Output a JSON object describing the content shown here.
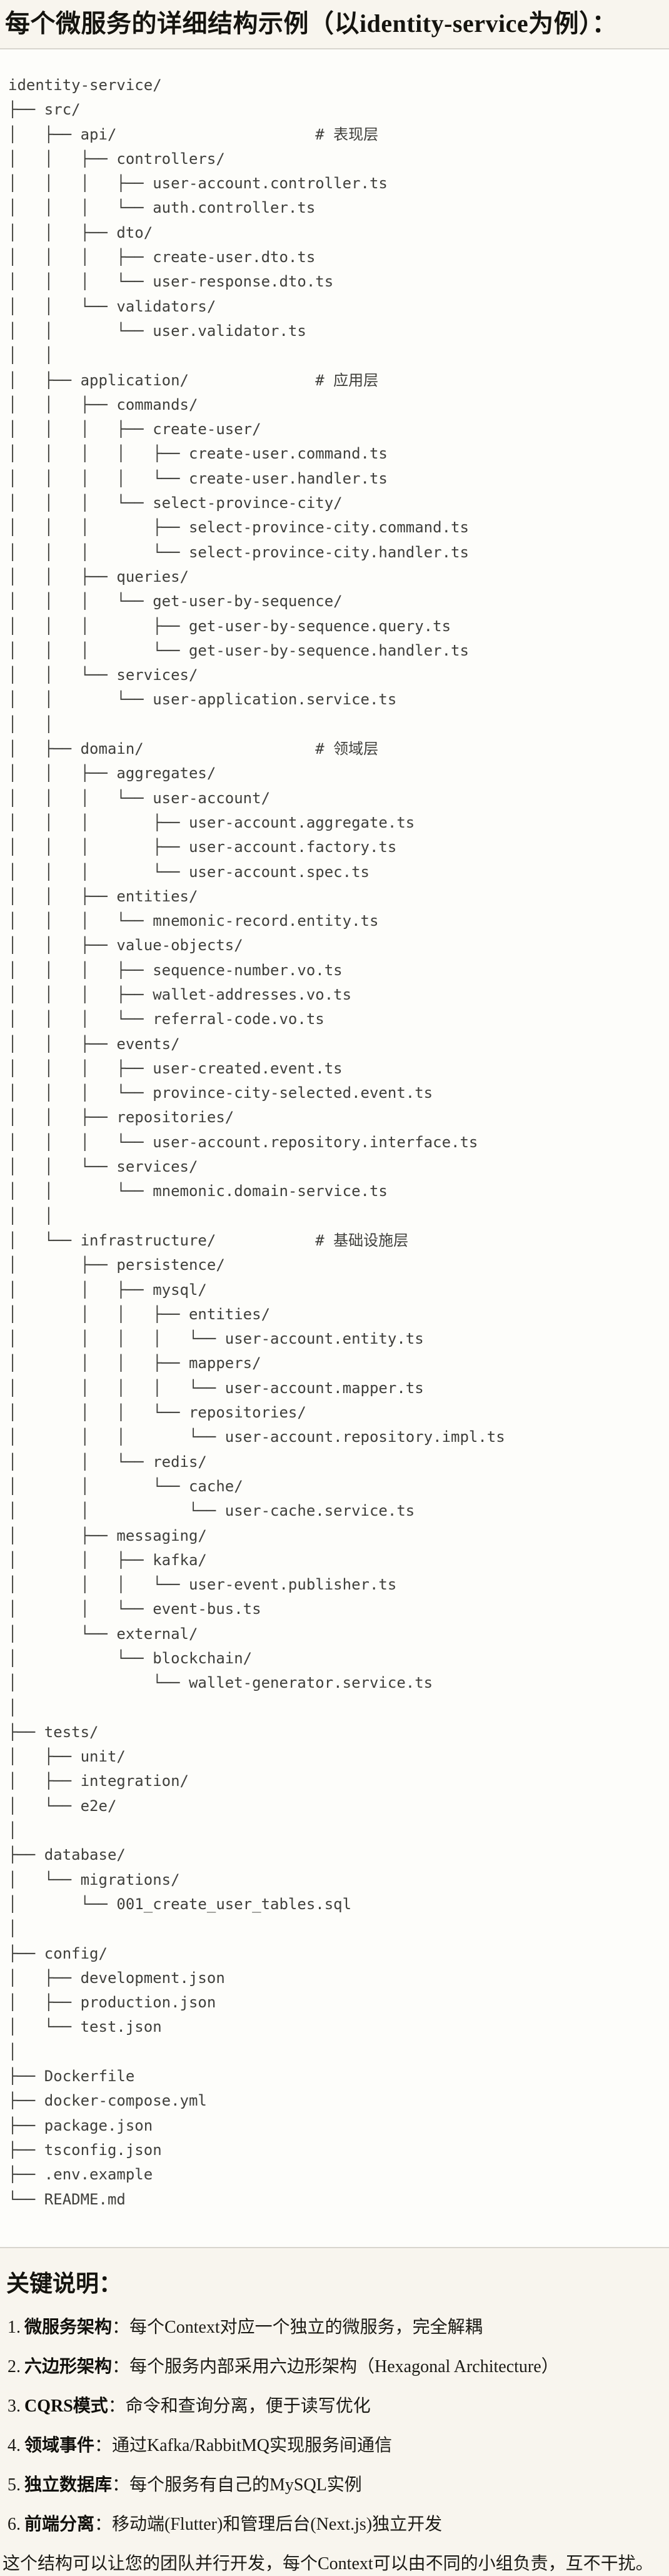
{
  "page": {
    "title": "每个微服务的详细结构示例（以identity-service为例）："
  },
  "code_block": {
    "language": "plaintext-file-tree",
    "lines": [
      "identity-service/",
      "├── src/",
      "│   ├── api/                      # 表现层",
      "│   │   ├── controllers/",
      "│   │   │   ├── user-account.controller.ts",
      "│   │   │   └── auth.controller.ts",
      "│   │   ├── dto/",
      "│   │   │   ├── create-user.dto.ts",
      "│   │   │   └── user-response.dto.ts",
      "│   │   └── validators/",
      "│   │       └── user.validator.ts",
      "│   │",
      "│   ├── application/              # 应用层",
      "│   │   ├── commands/",
      "│   │   │   ├── create-user/",
      "│   │   │   │   ├── create-user.command.ts",
      "│   │   │   │   └── create-user.handler.ts",
      "│   │   │   └── select-province-city/",
      "│   │   │       ├── select-province-city.command.ts",
      "│   │   │       └── select-province-city.handler.ts",
      "│   │   ├── queries/",
      "│   │   │   └── get-user-by-sequence/",
      "│   │   │       ├── get-user-by-sequence.query.ts",
      "│   │   │       └── get-user-by-sequence.handler.ts",
      "│   │   └── services/",
      "│   │       └── user-application.service.ts",
      "│   │",
      "│   ├── domain/                   # 领域层",
      "│   │   ├── aggregates/",
      "│   │   │   └── user-account/",
      "│   │   │       ├── user-account.aggregate.ts",
      "│   │   │       ├── user-account.factory.ts",
      "│   │   │       └── user-account.spec.ts",
      "│   │   ├── entities/",
      "│   │   │   └── mnemonic-record.entity.ts",
      "│   │   ├── value-objects/",
      "│   │   │   ├── sequence-number.vo.ts",
      "│   │   │   ├── wallet-addresses.vo.ts",
      "│   │   │   └── referral-code.vo.ts",
      "│   │   ├── events/",
      "│   │   │   ├── user-created.event.ts",
      "│   │   │   └── province-city-selected.event.ts",
      "│   │   ├── repositories/",
      "│   │   │   └── user-account.repository.interface.ts",
      "│   │   └── services/",
      "│   │       └── mnemonic.domain-service.ts",
      "│   │",
      "│   └── infrastructure/           # 基础设施层",
      "│       ├── persistence/",
      "│       │   ├── mysql/",
      "│       │   │   ├── entities/",
      "│       │   │   │   └── user-account.entity.ts",
      "│       │   │   ├── mappers/",
      "│       │   │   │   └── user-account.mapper.ts",
      "│       │   │   └── repositories/",
      "│       │   │       └── user-account.repository.impl.ts",
      "│       │   └── redis/",
      "│       │       └── cache/",
      "│       │           └── user-cache.service.ts",
      "│       ├── messaging/",
      "│       │   ├── kafka/",
      "│       │   │   └── user-event.publisher.ts",
      "│       │   └── event-bus.ts",
      "│       └── external/",
      "│           └── blockchain/",
      "│               └── wallet-generator.service.ts",
      "│",
      "├── tests/",
      "│   ├── unit/",
      "│   ├── integration/",
      "│   └── e2e/",
      "│",
      "├── database/",
      "│   └── migrations/",
      "│       └── 001_create_user_tables.sql",
      "│",
      "├── config/",
      "│   ├── development.json",
      "│   ├── production.json",
      "│   └── test.json",
      "│",
      "├── Dockerfile",
      "├── docker-compose.yml",
      "├── package.json",
      "├── tsconfig.json",
      "├── .env.example",
      "└── README.md"
    ]
  },
  "notes": {
    "heading": "关键说明：",
    "items": [
      {
        "num": "1.",
        "label": "微服务架构",
        "text": "：每个Context对应一个独立的微服务，完全解耦"
      },
      {
        "num": "2.",
        "label": "六边形架构",
        "text": "：每个服务内部采用六边形架构（Hexagonal Architecture）"
      },
      {
        "num": "3.",
        "label": "CQRS模式",
        "text": "：命令和查询分离，便于读写优化"
      },
      {
        "num": "4.",
        "label": "领域事件",
        "text": "：通过Kafka/RabbitMQ实现服务间通信"
      },
      {
        "num": "5.",
        "label": "独立数据库",
        "text": "：每个服务有自己的MySQL实例"
      },
      {
        "num": "6.",
        "label": "前端分离",
        "text": "：移动端(Flutter)和管理后台(Next.js)独立开发"
      }
    ],
    "closing": "这个结构可以让您的团队并行开发，每个Context可以由不同的小组负责，互不干扰。"
  }
}
